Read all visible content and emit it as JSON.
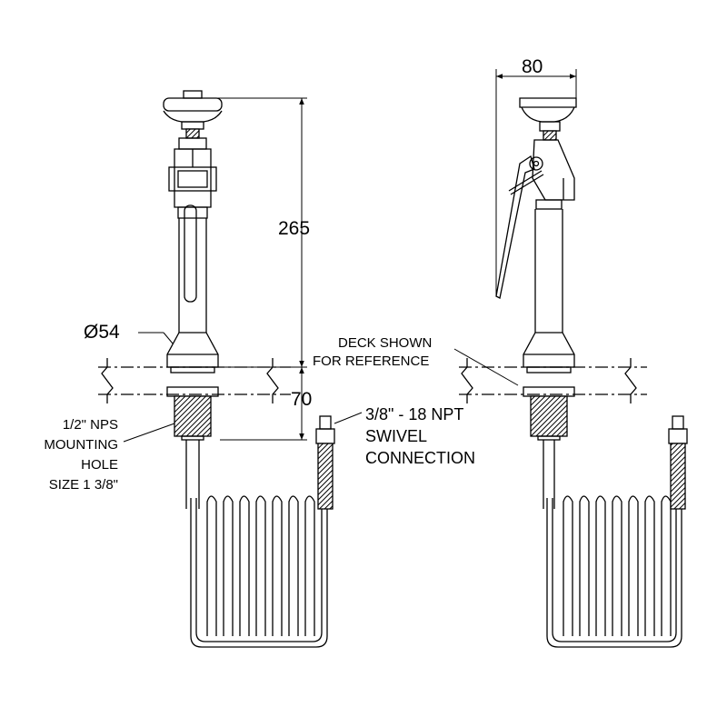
{
  "dimensions": {
    "height_total": "265",
    "depth_below_deck": "70",
    "base_diameter": "Ø54",
    "head_width": "80"
  },
  "labels": {
    "mounting": [
      "1/2\" NPS",
      "MOUNTING",
      "HOLE",
      "SIZE 1 3/8\""
    ],
    "connection": [
      "3/8\" - 18 NPT",
      "SWIVEL",
      "CONNECTION"
    ],
    "deck": [
      "DECK SHOWN",
      "FOR REFERENCE"
    ]
  },
  "colors": {
    "line": "#000000",
    "background": "#ffffff"
  }
}
